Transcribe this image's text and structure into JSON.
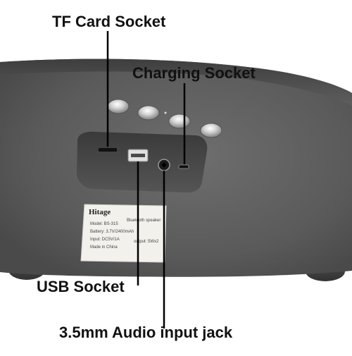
{
  "callouts": {
    "tf_card": "TF Card Socket",
    "charging": "Charging Socket",
    "usb": "USB Socket",
    "audio_jack": "3.5mm Audio input jack"
  },
  "product_label": {
    "brand": "Hitage",
    "model": "Model: BS-315",
    "battery": "Battery: 3.7V/2400mAh",
    "input": "Input: DC5V/1A",
    "origin": "Made in China",
    "type": "Bluetooth speaker",
    "output": "output: 5Wx2"
  },
  "colors": {
    "speaker_body": "#5e5e5e",
    "background": "#ffffff",
    "callout_text": "#111111",
    "label_paper": "#f3f1ec"
  }
}
